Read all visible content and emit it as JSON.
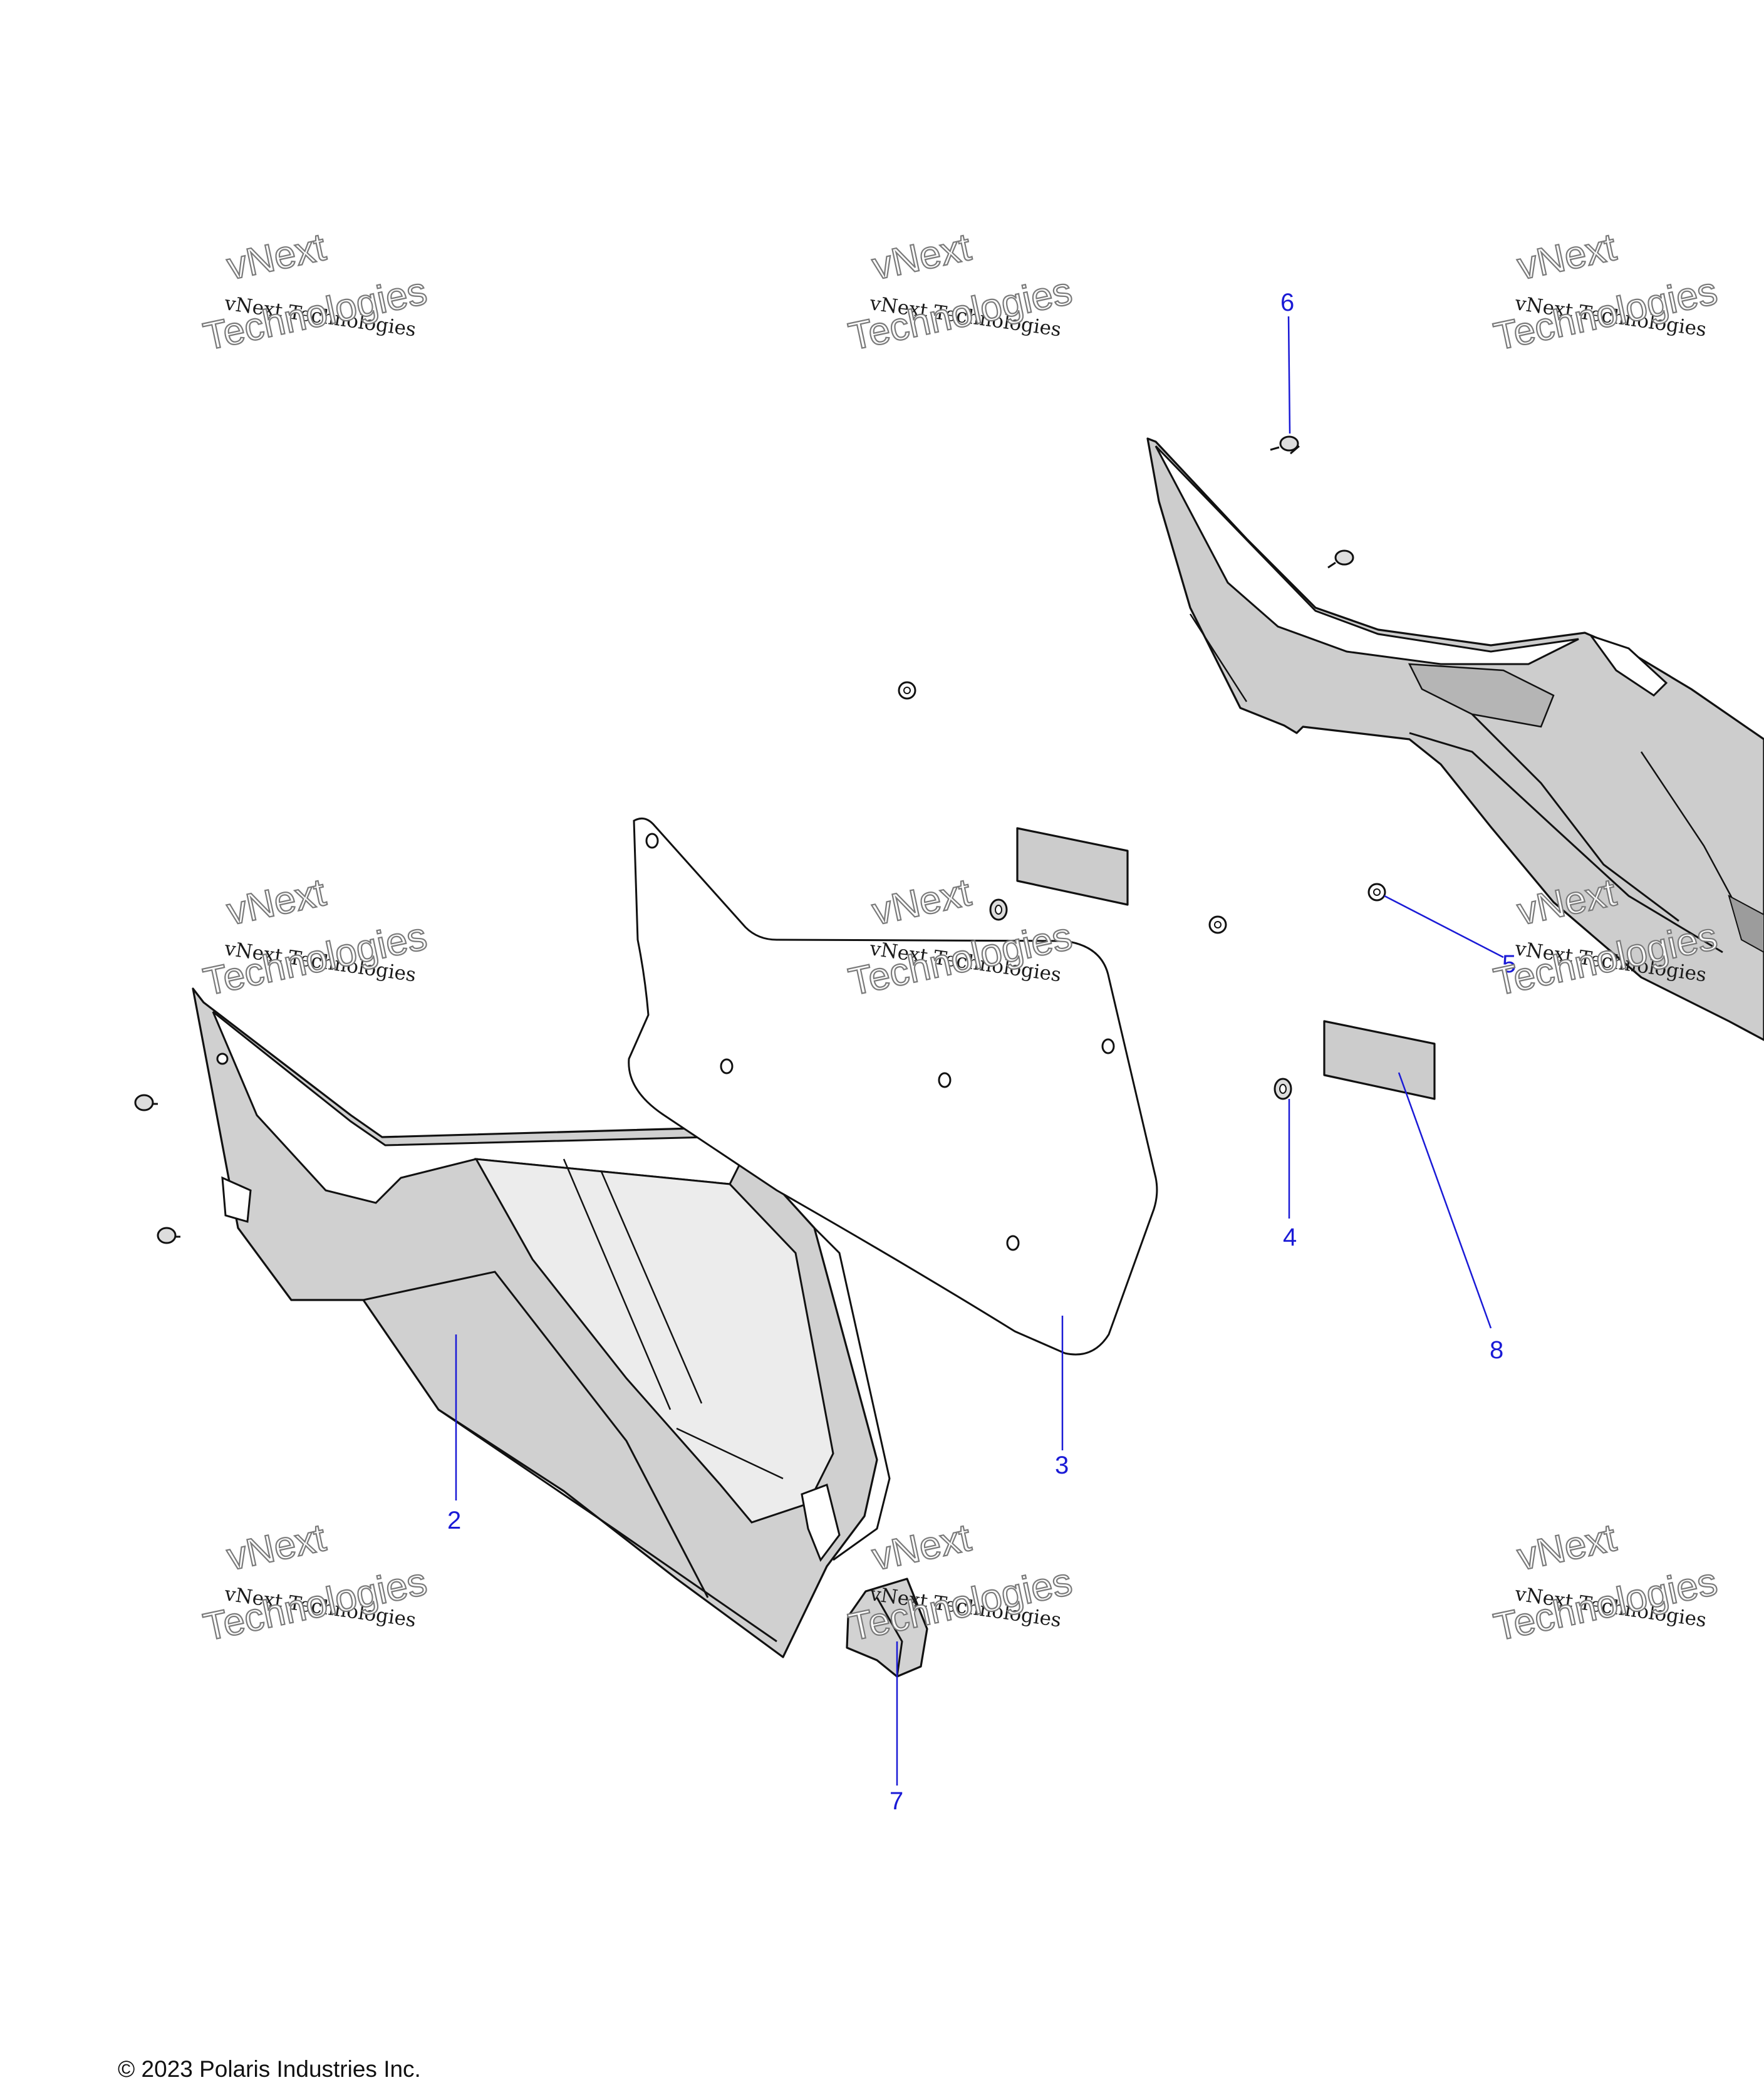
{
  "watermark": {
    "line1": "vNext",
    "line2": "vNext Technologies",
    "line3": "Technologies"
  },
  "callouts": {
    "c2": "2",
    "c3": "3",
    "c4": "4",
    "c5": "5",
    "c6": "6",
    "c7": "7",
    "c8": "8"
  },
  "copyright": "© 2023 Polaris Industries Inc.",
  "colors": {
    "callout": "#1a1ad6",
    "part_fill": "#cfcfcf",
    "part_stroke": "#111111"
  }
}
